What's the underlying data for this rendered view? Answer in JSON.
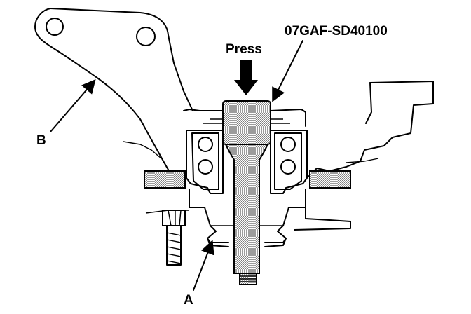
{
  "labels": {
    "tool_number": "07GAF-SD40100",
    "press": "Press",
    "label_a": "A",
    "label_b": "B"
  },
  "colors": {
    "ink": "#000000",
    "stipple": "#9a9a9a",
    "background": "#ffffff"
  },
  "icons": {
    "press_arrow": "arrow-down-icon"
  }
}
